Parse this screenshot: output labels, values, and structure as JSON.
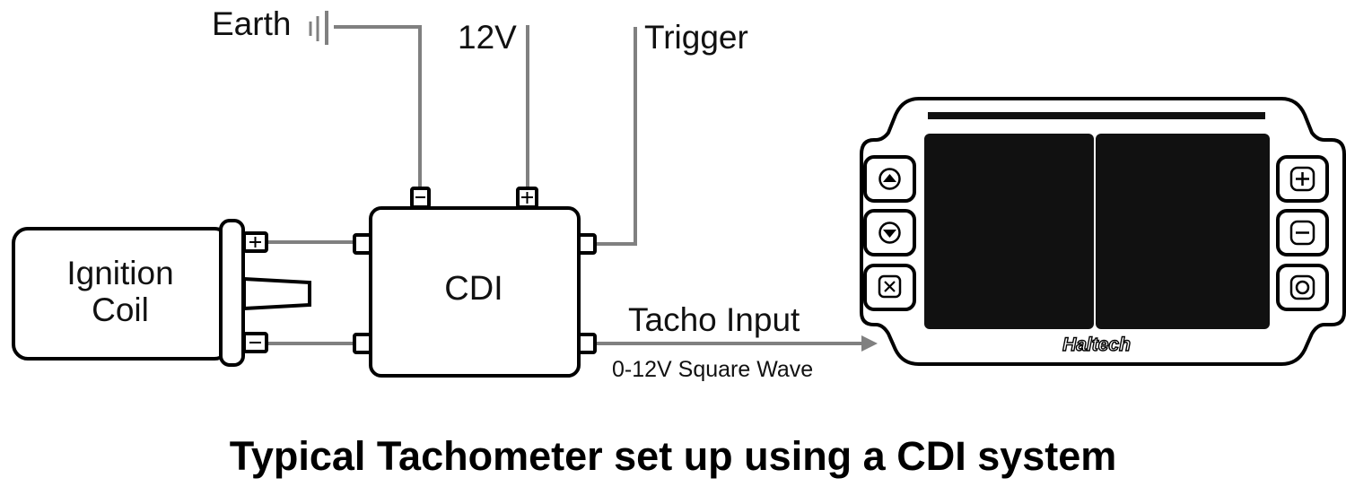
{
  "labels": {
    "earth": "Earth",
    "v12": "12V",
    "trigger": "Trigger",
    "ignition_coil_line1": "Ignition",
    "ignition_coil_line2": "Coil",
    "cdi": "CDI",
    "tacho_input": "Tacho Input",
    "square_wave": "0-12V Square Wave",
    "brand": "Haltech"
  },
  "terminals": {
    "negative": "−",
    "positive": "+"
  },
  "title": "Typical Tachometer set up using a CDI system",
  "colors": {
    "wire": "#808080",
    "outline": "#000000",
    "screen": "#111111"
  },
  "icons": {
    "dash_buttons_left": [
      "up-arrow-icon",
      "down-arrow-icon",
      "close-icon"
    ],
    "dash_buttons_right": [
      "plus-icon",
      "minus-icon",
      "record-icon"
    ]
  }
}
